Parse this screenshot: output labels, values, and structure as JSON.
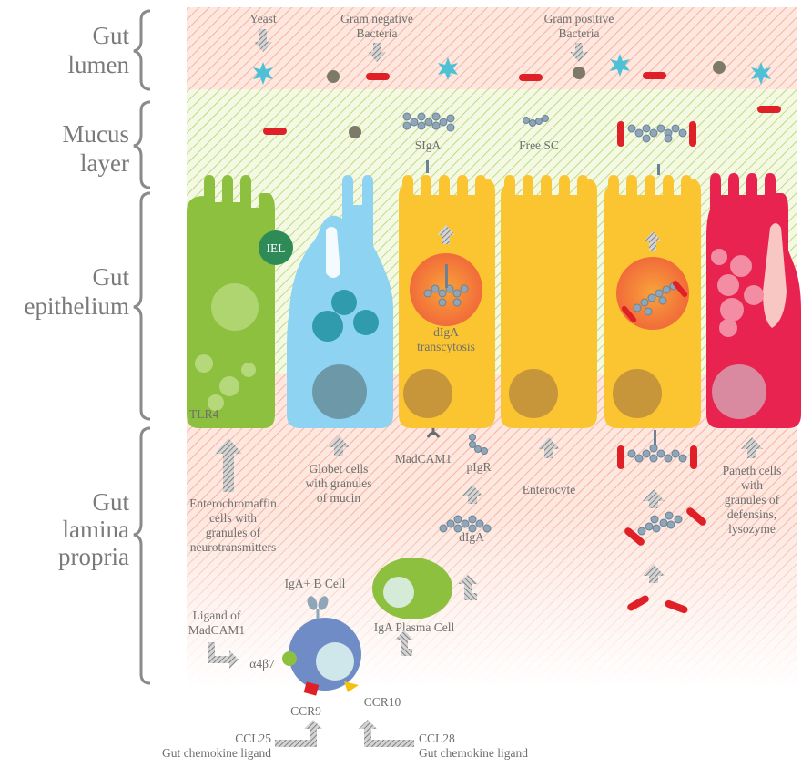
{
  "colors": {
    "lumen_bg": "#fbd9cf",
    "mucus_bg": "#e8f2c8",
    "lamina_bg": "#fbd9cf",
    "enterochromaffin": "#8dc03f",
    "goblet": "#8fd3f2",
    "enterocyte": "#fbc531",
    "paneth": "#e8234f",
    "yeast": "#4fc1d6",
    "gram_negative": "#e02027",
    "gram_positive": "#7d7a6a",
    "iel": "#2e8b57",
    "b_cell": "#6f8cc7",
    "plasma_cell": "#8dc03f",
    "ccr10": "#f4c20d"
  },
  "regions": {
    "lumen": [
      "Gut",
      "lumen"
    ],
    "mucus": [
      "Mucus",
      "layer"
    ],
    "epithelium": [
      "Gut",
      "epithelium"
    ],
    "lamina": [
      "Gut",
      "lamina",
      "propria"
    ]
  },
  "microbes": {
    "yeast": "Yeast",
    "gram_negative": [
      "Gram negative",
      "Bacteria"
    ],
    "gram_positive": [
      "Gram positive",
      "Bacteria"
    ]
  },
  "mucus_labels": {
    "siga": "SIgA",
    "free_sc": "Free SC"
  },
  "epithelium_labels": {
    "iel": "IEL",
    "transcytosis": [
      "dIgA",
      "transcytosis"
    ],
    "tlr4": "TLR4"
  },
  "lamina_labels": {
    "madcam1": "MadCAM1",
    "pigr": "pIgR",
    "enterochromaffin": [
      "Enterochromaffin",
      "cells with",
      "granules of",
      "neurotransmitters"
    ],
    "goblet": [
      "Globet cells",
      "with granules",
      "of mucin"
    ],
    "enterocyte": "Enterocyte",
    "paneth": [
      "Paneth cells",
      "with",
      "granules of",
      "defensins,",
      "lysozyme"
    ],
    "diga": "dIgA",
    "iga_b_cell": "IgA+ B Cell",
    "iga_plasma_cell": "IgA Plasma Cell",
    "ligand_madcam1": [
      "Ligand of",
      "MadCAM1"
    ],
    "a4b7": "α4β7",
    "ccr9": "CCR9",
    "ccr10": "CCR10",
    "ccl25": [
      "CCL25",
      "Gut chemokine ligand"
    ],
    "ccl28": [
      "CCL28",
      "Gut chemokine ligand"
    ]
  }
}
